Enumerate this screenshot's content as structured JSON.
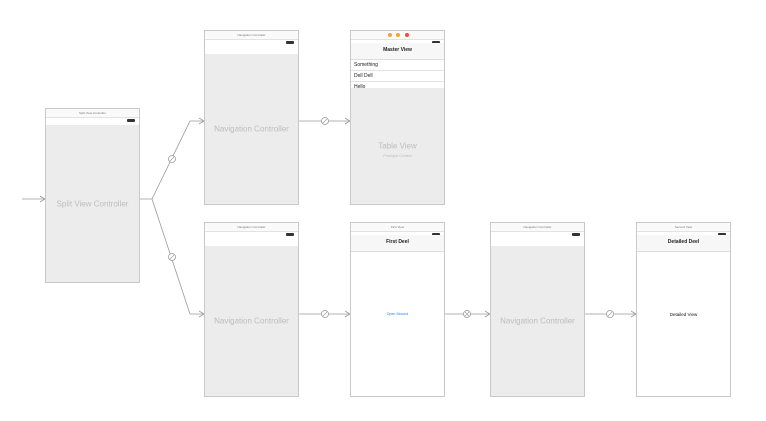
{
  "scenes": {
    "split": {
      "title": "Split View Controller",
      "label": "Split View Controller"
    },
    "nav_top": {
      "title": "Navigation Controller",
      "label": "Navigation Controller"
    },
    "master": {
      "nav_title": "Master View",
      "rows": [
        "Something",
        "Dell Dell",
        "Hello"
      ],
      "table_label": "Table View",
      "table_sub": "Prototype Content"
    },
    "nav_bottom": {
      "title": "Navigation Controller",
      "label": "Navigation Controller"
    },
    "first": {
      "title": "First View",
      "nav_title": "First Deel",
      "button": "Open Second"
    },
    "nav_right": {
      "title": "Navigation Controller",
      "label": "Navigation Controller"
    },
    "second": {
      "title": "Second View",
      "nav_title": "Detailed Deel",
      "center_label": "Detailed View"
    }
  },
  "colors": {
    "scene_body": "#ececec",
    "connector": "#9a9a9a",
    "dock_orange": "#f5a623",
    "dock_red": "#e8503a",
    "link_blue": "#2a7cf6"
  }
}
